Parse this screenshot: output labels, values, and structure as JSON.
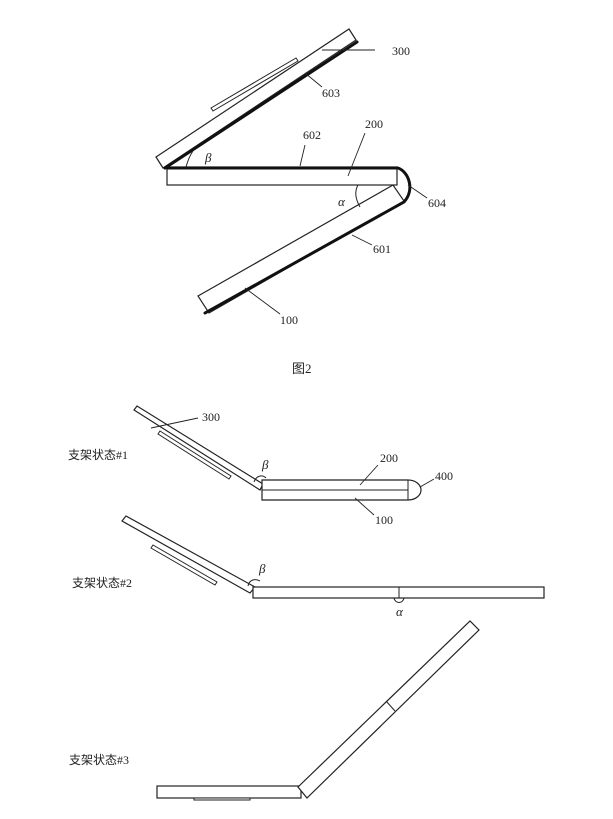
{
  "figure2": {
    "title": "图2",
    "labels": {
      "l300": "300",
      "l603": "603",
      "l602": "602",
      "l200": "200",
      "l604": "604",
      "l601": "601",
      "l100": "100",
      "beta": "β",
      "alpha": "α"
    }
  },
  "state1": {
    "label": "支架状态#1",
    "labels": {
      "l300": "300",
      "l200": "200",
      "l400": "400",
      "l100": "100",
      "beta": "β"
    }
  },
  "state2": {
    "label": "支架状态#2",
    "labels": {
      "beta": "β",
      "alpha": "α"
    }
  },
  "state3": {
    "label": "支架状态#3"
  }
}
